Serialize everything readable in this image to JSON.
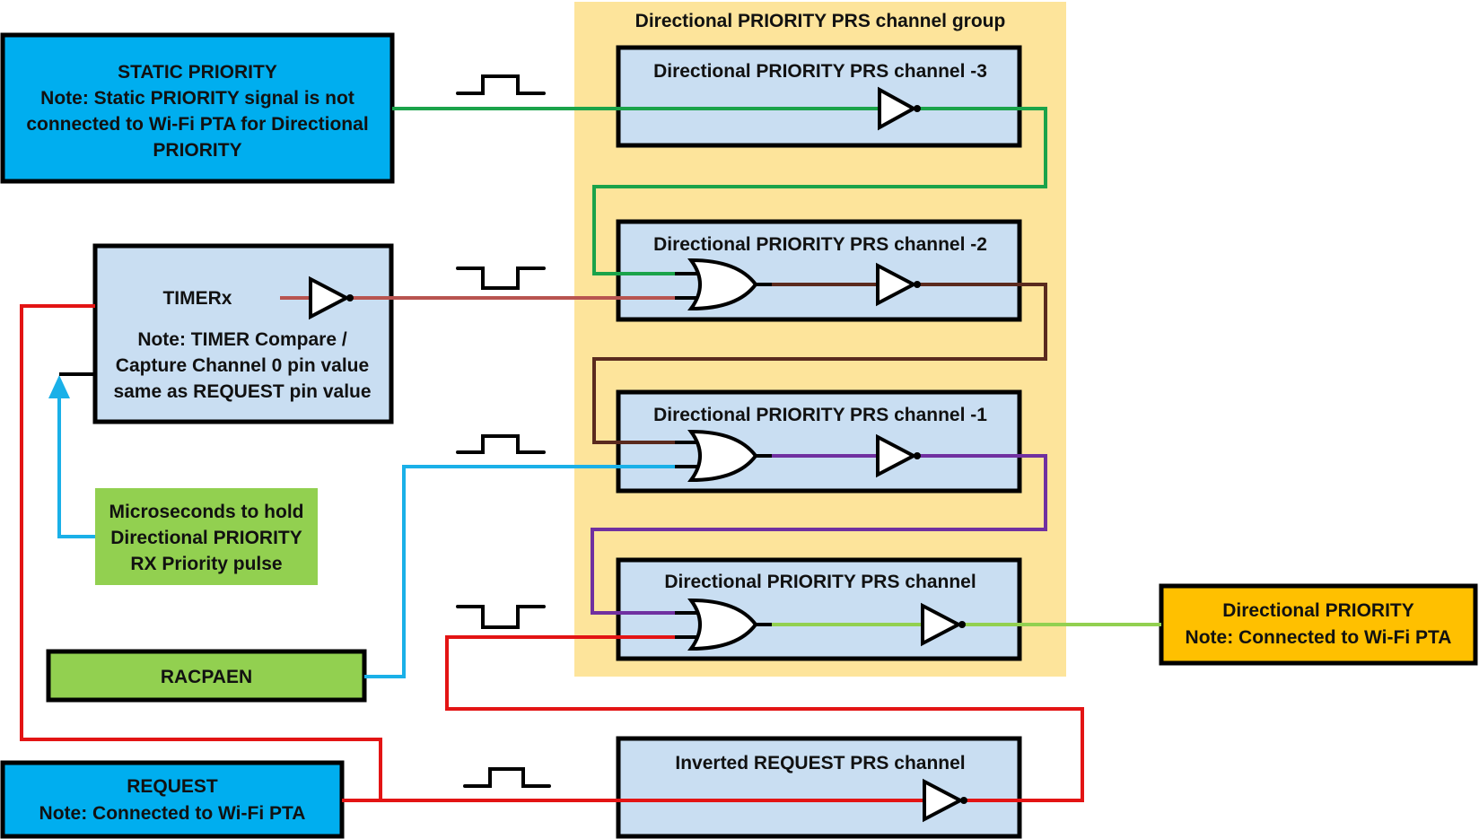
{
  "colors": {
    "group_bg": "#fde49b",
    "channel_bg": "#c9def2",
    "source_blue": "#00aeef",
    "note_green": "#92d050",
    "output_orange": "#ffc000",
    "wire_green": "#1aa34a",
    "wire_rust": "#b85450",
    "wire_brown": "#5a2a1e",
    "wire_purple": "#7030a0",
    "wire_lightgreen": "#92d050",
    "wire_blue": "#1ab0e8",
    "wire_red": "#e31414"
  },
  "group": {
    "title": "Directional PRIORITY PRS channel group"
  },
  "static_priority": {
    "lines": [
      "STATIC PRIORITY",
      "Note: Static PRIORITY signal is not",
      "connected to Wi-Fi PTA for Directional",
      "PRIORITY"
    ]
  },
  "timer": {
    "title": "TIMERx",
    "lines": [
      "Note: TIMER Compare /",
      "Capture Channel 0 pin value",
      "same as REQUEST pin value"
    ]
  },
  "microseconds": {
    "lines": [
      "Microseconds to hold",
      "Directional PRIORITY",
      "RX Priority pulse"
    ]
  },
  "racpaen": {
    "label": "RACPAEN"
  },
  "request": {
    "lines": [
      "REQUEST",
      "Note: Connected to Wi-Fi PTA"
    ]
  },
  "channels": {
    "ch3": {
      "label": "Directional PRIORITY PRS channel -3"
    },
    "ch2": {
      "label": "Directional PRIORITY PRS channel -2"
    },
    "ch1": {
      "label": "Directional PRIORITY PRS channel -1"
    },
    "ch0": {
      "label": "Directional PRIORITY PRS channel"
    },
    "inv_req": {
      "label": "Inverted REQUEST PRS channel"
    }
  },
  "output": {
    "lines": [
      "Directional PRIORITY",
      "Note: Connected to Wi-Fi PTA"
    ]
  },
  "pulses": {
    "static": "positive",
    "timer": "negative",
    "racpaen": "positive",
    "inverted_request": "negative",
    "request": "positive"
  }
}
